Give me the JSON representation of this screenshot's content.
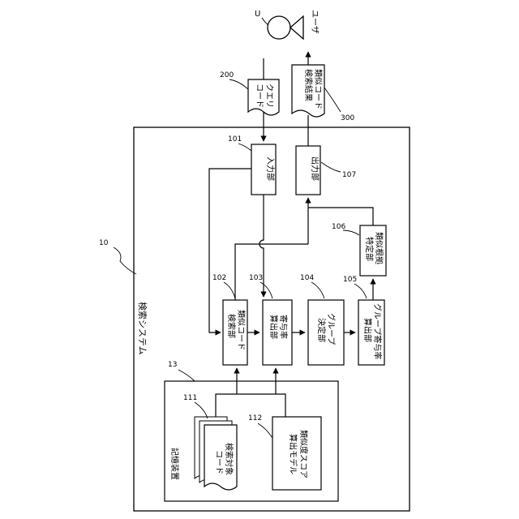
{
  "user": {
    "letter": "U",
    "label": "ユーザ"
  },
  "query": {
    "num": "200",
    "line1": "クエリ",
    "line2": "コード"
  },
  "result": {
    "num": "300",
    "line1": "類似コード",
    "line2": "検索結果"
  },
  "system": {
    "num": "10",
    "label": "検索システム"
  },
  "input": {
    "num": "101",
    "label": "入力部"
  },
  "output": {
    "num": "107",
    "label": "出力部"
  },
  "similar_search": {
    "num": "102",
    "line1": "類似コード",
    "line2": "検索部"
  },
  "contribution": {
    "num": "103",
    "line1": "寄与率",
    "line2": "算出部"
  },
  "group_decide": {
    "num": "104",
    "line1": "グループ",
    "line2": "決定部"
  },
  "group_contrib": {
    "num": "105",
    "line1": "グループ寄与率",
    "line2": "算出部"
  },
  "similar_locate": {
    "num": "106",
    "line1": "類似根拠",
    "line2": "特定部"
  },
  "storage": {
    "num": "13",
    "label": "記憶装置"
  },
  "targets": {
    "num": "111",
    "line1": "検索対象",
    "line2": "コード"
  },
  "model": {
    "num": "112",
    "line1": "類似度スコア",
    "line2": "算出モデル"
  }
}
